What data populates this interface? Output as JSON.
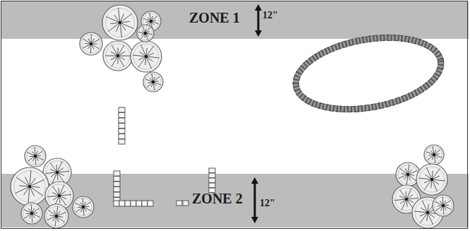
{
  "diagram": {
    "nodes": [
      {
        "text": [
          "ZONE 1"
        ]
      },
      {
        "text": [
          "ZONE 2"
        ]
      }
    ],
    "labels": [
      "12\"",
      "12\""
    ]
  }
}
